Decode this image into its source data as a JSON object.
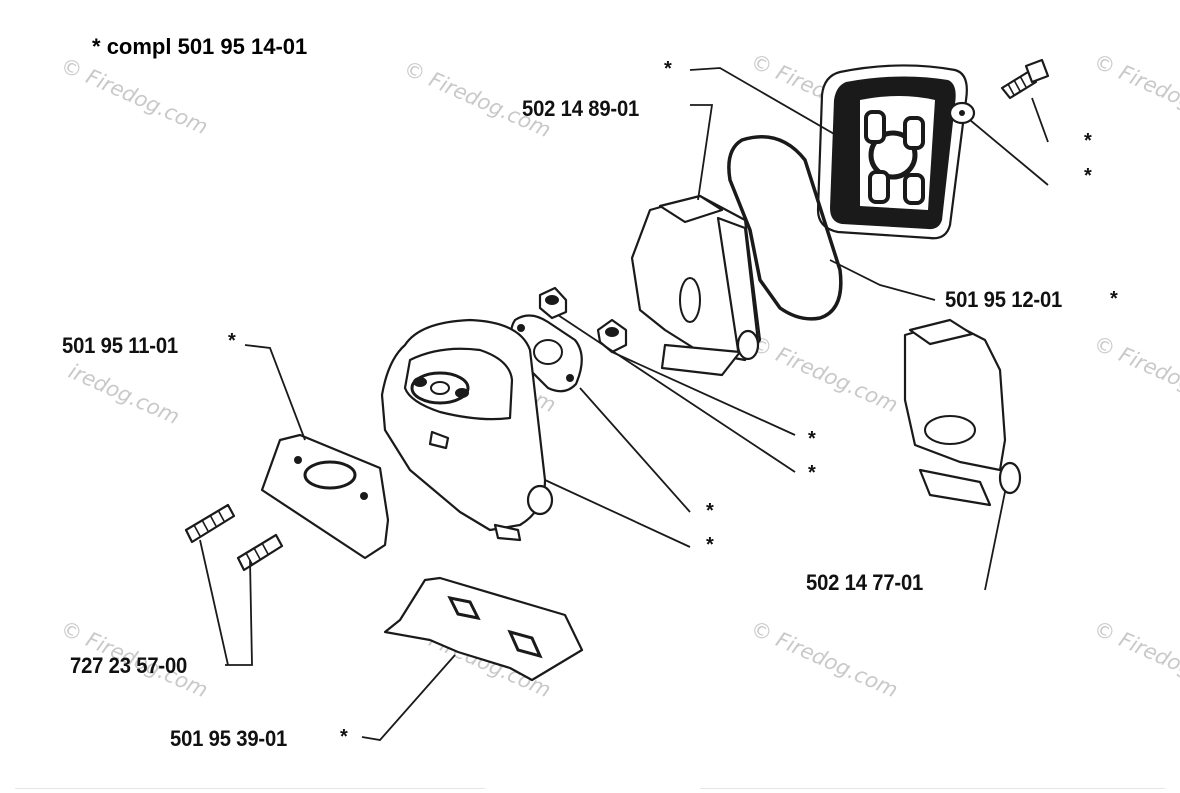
{
  "header": {
    "star": "*",
    "text": "compl 501 95 14-01"
  },
  "parts": {
    "air_filter_holder": "502 14 89-01",
    "intake_block": "501 95 12-01",
    "intake_gasket": "501 95 11-01",
    "inlet_part": "502 14 77-01",
    "stud_bolts": "727 23 57-00",
    "guide_plate": "501 95 39-01"
  },
  "marker": "*",
  "watermark": {
    "copyright_symbol": "©",
    "text": "Firedog.com",
    "partial": "iredog.com"
  }
}
